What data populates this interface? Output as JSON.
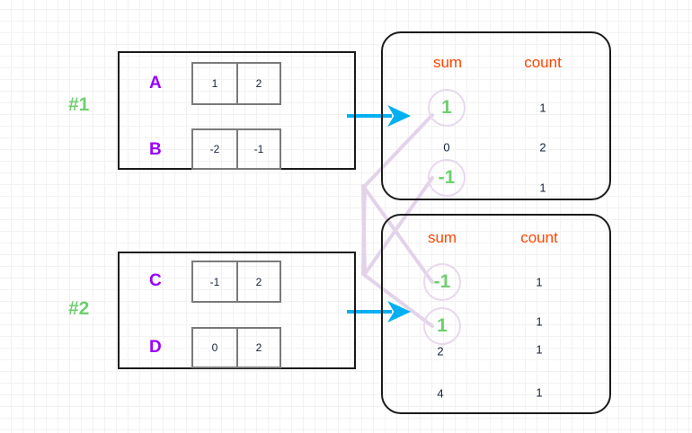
{
  "diagram": {
    "title": "Partition sum-count aggregation diagram",
    "colors": {
      "group_label": "#6FCF70",
      "row_label": "#9900ff",
      "header": "#ff4500",
      "arrow": "#00b0f0",
      "link": "#e0cfe8",
      "box_border": "#1a1a1a",
      "cell_border": "#7a7a7a",
      "value": "#14213a"
    }
  },
  "groups": [
    {
      "label": "#1",
      "rows": [
        {
          "name": "A",
          "cells": [
            "1",
            "2"
          ]
        },
        {
          "name": "B",
          "cells": [
            "-2",
            "-1"
          ]
        }
      ]
    },
    {
      "label": "#2",
      "rows": [
        {
          "name": "C",
          "cells": [
            "-1",
            "2"
          ]
        },
        {
          "name": "D",
          "cells": [
            "0",
            "2"
          ]
        }
      ]
    }
  ],
  "panels": [
    {
      "headers": {
        "sum": "sum",
        "count": "count"
      },
      "rows": [
        {
          "sum": "1",
          "count": "1",
          "highlight": true
        },
        {
          "sum": "0",
          "count": "2",
          "highlight": false
        },
        {
          "sum": "-1",
          "count": "1",
          "highlight": true
        }
      ]
    },
    {
      "headers": {
        "sum": "sum",
        "count": "count"
      },
      "rows": [
        {
          "sum": "-1",
          "count": "1",
          "highlight": true
        },
        {
          "sum": "1",
          "count": "1",
          "highlight": true
        },
        {
          "sum": "2",
          "count": "1",
          "highlight": false
        },
        {
          "sum": "4",
          "count": "1",
          "highlight": false
        }
      ]
    }
  ],
  "arrows": [
    {
      "name": "arrow-group1-to-panel1"
    },
    {
      "name": "arrow-group2-to-panel2"
    }
  ]
}
